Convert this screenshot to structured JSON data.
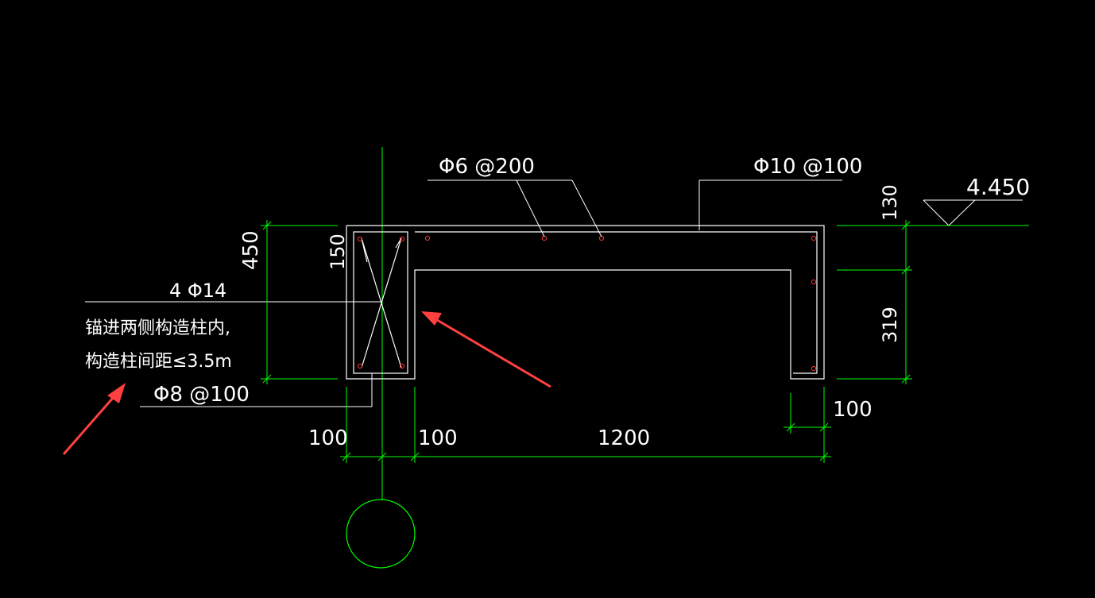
{
  "labels": {
    "stirrup_top": "Φ6 @200",
    "stirrup_right": "Φ10 @100",
    "elevation": "4.450",
    "dim_130": "130",
    "dim_450": "450",
    "dim_150": "150",
    "rebar_4phi14": "4 Φ14",
    "note_line1": "锚进两侧构造柱内,",
    "note_line2": "构造柱间距≤3.5m",
    "stirrup_bottom": "Φ8 @100",
    "dim_319": "319",
    "dim_100_right": "100",
    "dim_100_left": "100",
    "dim_100_mid": "100",
    "dim_1200": "1200"
  },
  "colors": {
    "background": "#000000",
    "outline": "#ffffff",
    "dimension": "#00ff00",
    "rebar_dot": "#ff3030",
    "annotation_arrow": "#ff4040"
  }
}
